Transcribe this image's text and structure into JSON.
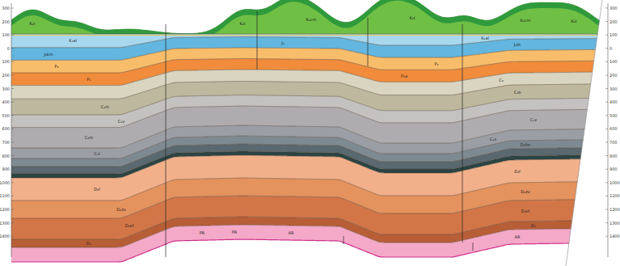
{
  "diagram": {
    "labels": [
      "300",
      "200",
      "100",
      "0",
      "100",
      "200",
      "300",
      "400",
      "500",
      "600",
      "700",
      "800",
      "900",
      "1000",
      "1100",
      "1200",
      "1300",
      "1400",
      "300",
      "200",
      "100",
      "0",
      "100",
      "200",
      "300",
      "400",
      "500",
      "600",
      "700",
      "800",
      "900",
      "1000",
      "1100",
      "1200",
      "1300",
      "1400",
      "K₂t",
      "K₂t",
      "K₂cm",
      "K₂t",
      "K₂cm",
      "K₂t",
      "K₁al",
      "K₁al",
      "J₃km",
      "J₂bt",
      "J₃",
      "P₂",
      "P₂",
      "P₁",
      "P₁a",
      "C₃",
      "C₂m",
      "C₂b",
      "C₁v",
      "C₂m",
      "C₁v",
      "C₁t",
      "C₁s",
      "D₃fm",
      "D₃f",
      "D₃f",
      "D₂zv",
      "D₂zv",
      "D₂ef",
      "D₂ef",
      "D₁",
      "D₁",
      "PR",
      "PR",
      "AR",
      "AR"
    ]
  }
}
